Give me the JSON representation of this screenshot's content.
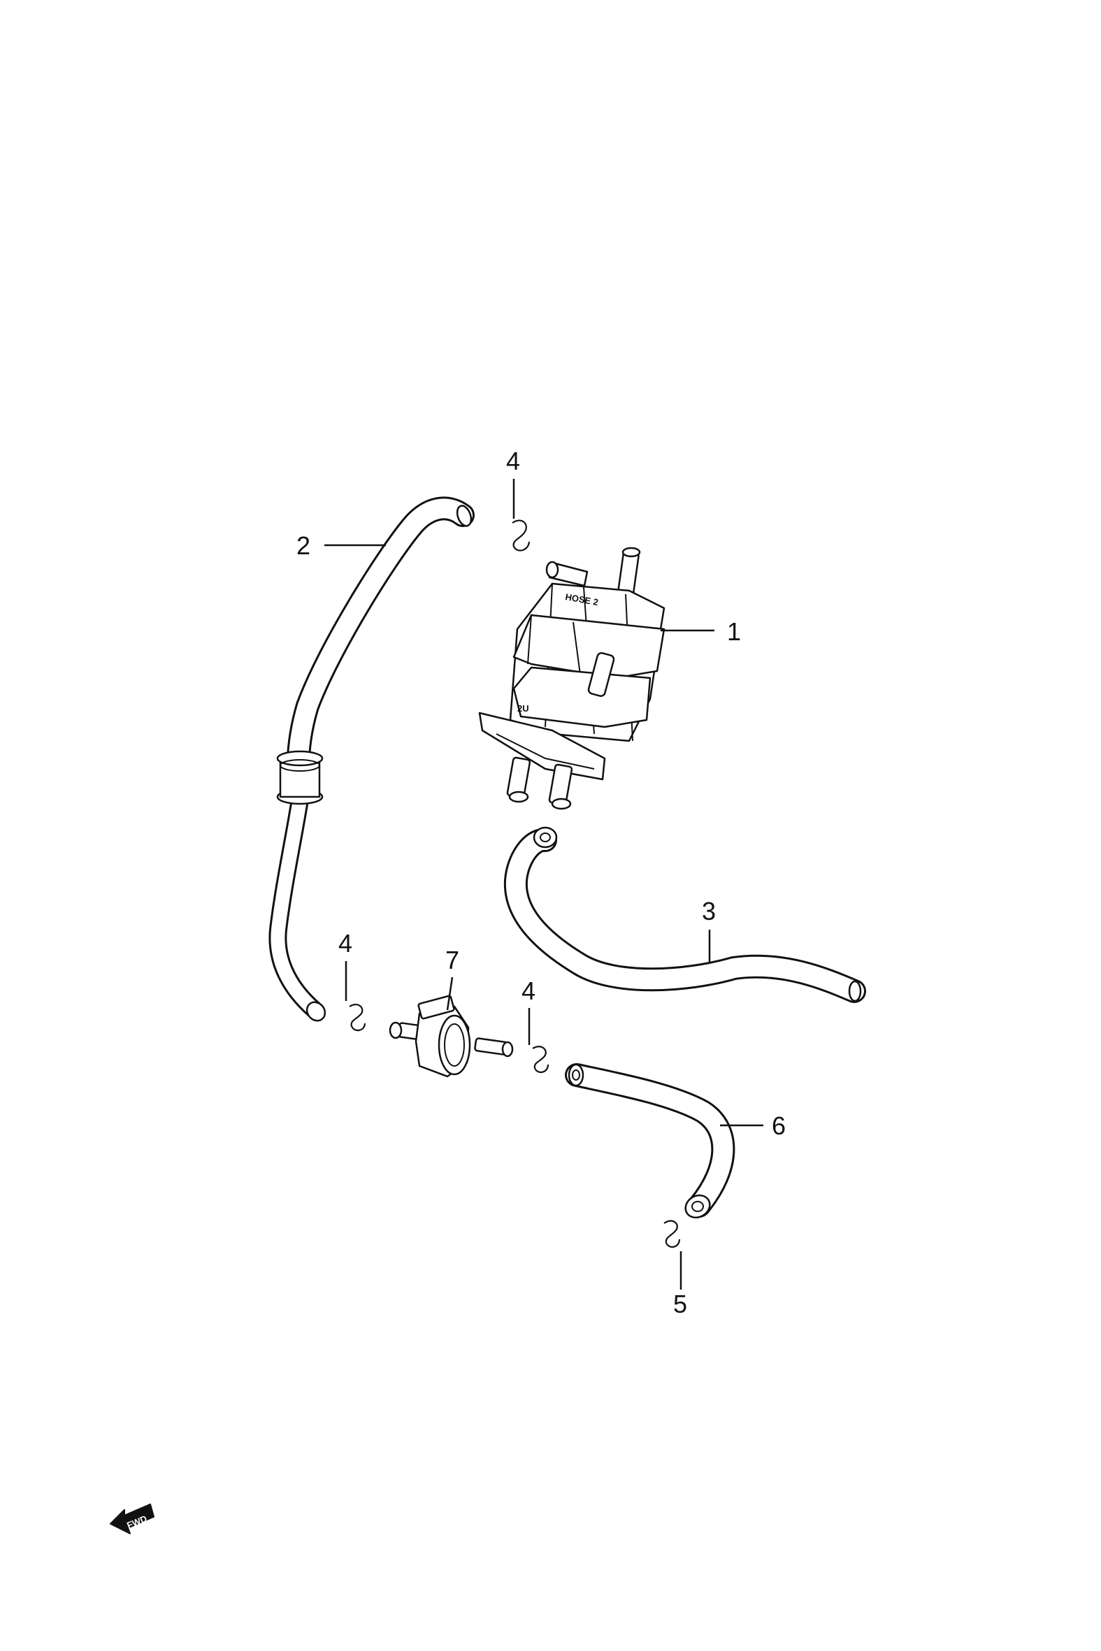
{
  "callouts": [
    {
      "id": "1",
      "text": "1"
    },
    {
      "id": "2",
      "text": "2"
    },
    {
      "id": "3",
      "text": "3"
    },
    {
      "id": "4a",
      "text": "4"
    },
    {
      "id": "4b",
      "text": "4"
    },
    {
      "id": "4c",
      "text": "4"
    },
    {
      "id": "5",
      "text": "5"
    },
    {
      "id": "6",
      "text": "6"
    },
    {
      "id": "7",
      "text": "7"
    }
  ],
  "canister_marks": {
    "top": "HOSE 2",
    "side": "2U"
  },
  "fwd_badge": {
    "text": "FWD"
  }
}
